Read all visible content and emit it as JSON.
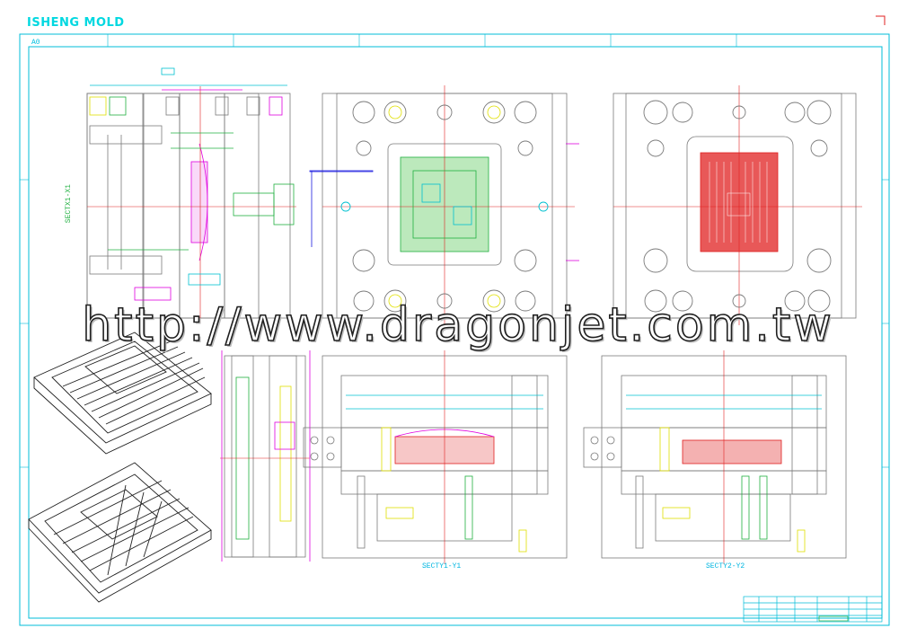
{
  "drawing": {
    "brand": "ISHENG MOLD",
    "sheet_code": "A0",
    "watermark": "http://www.dragonjet.com.tw",
    "section_labels": [
      "SECTY1-Y1",
      "SECTY2-Y2"
    ],
    "side_view_label": "SECTX1-X1",
    "colors": {
      "frame": "#00bcd8",
      "plate": "#7a7a7a",
      "dimension": "#e000e0",
      "centerline": "#e02020",
      "cavity_fill": "#e02020",
      "core_fill": "#40c040",
      "water_line": "#e0e000",
      "hole": "#00c0d0"
    },
    "icons": [
      "part-top-iso-icon",
      "part-bottom-iso-icon"
    ]
  }
}
